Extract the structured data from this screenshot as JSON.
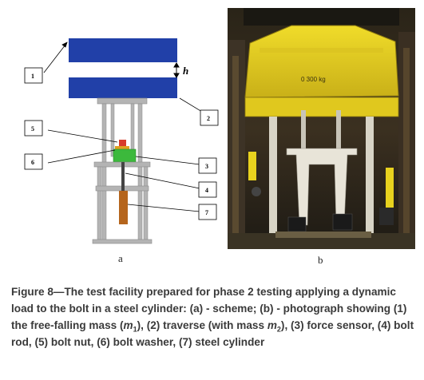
{
  "scheme": {
    "labels": [
      "1",
      "2",
      "3",
      "4",
      "5",
      "6",
      "7"
    ],
    "h_label": "h",
    "panel_label": "a"
  },
  "photo": {
    "mass_marking": "0 300 kg",
    "panel_label": "b"
  },
  "caption": {
    "part1": "Figure 8—The test facility prepared for phase 2 testing applying a dynamic load to the bolt in a steel cylinder: (a) - scheme; (b) - photograph showing (1) the free-falling mass (",
    "m1_var": "m",
    "m1_sub": "1",
    "part2": "), (2) traverse (with mass ",
    "m2_var": "m",
    "m2_sub": "2",
    "part3": "), (3) force sensor, (4) bolt rod, (5) bolt nut, (6) bolt washer, (7) steel cylinder"
  },
  "colors": {
    "mass_blue": "#2140a8",
    "frame_gray": "#b4b4b4",
    "sensor_green": "#3cb93c",
    "nut_red": "#d83a2a",
    "cylinder_brown": "#b5651d",
    "machine_yellow": "#e6d21e"
  }
}
